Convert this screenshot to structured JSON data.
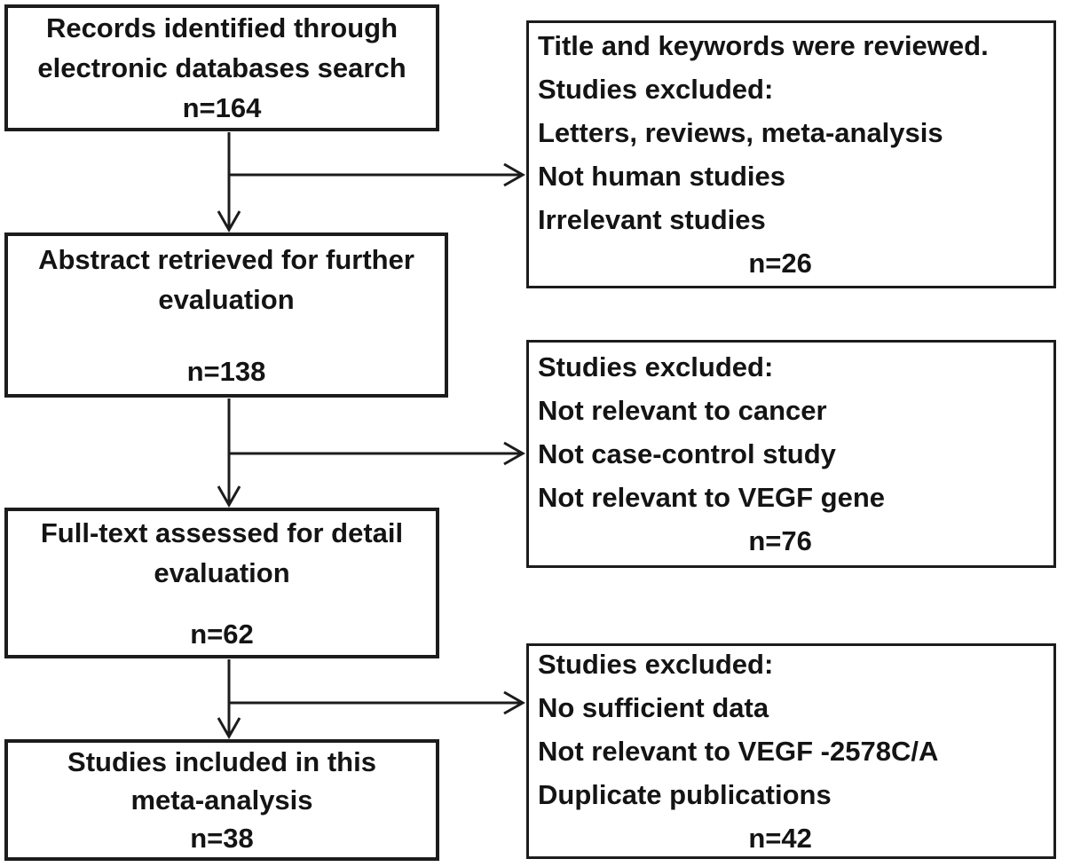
{
  "diagram": {
    "type": "flowchart",
    "colors": {
      "line": "#1c1c1c",
      "text": "#141414",
      "background": "#ffffff"
    },
    "left_boxes": [
      {
        "id": "records-identified",
        "lines": [
          "Records identified through",
          "electronic databases search"
        ],
        "count": "n=164"
      },
      {
        "id": "abstract-retrieved",
        "lines": [
          "Abstract retrieved for further",
          "evaluation"
        ],
        "count": "n=138"
      },
      {
        "id": "full-text-assessed",
        "lines": [
          "Full-text assessed for detail",
          "evaluation"
        ],
        "count": "n=62"
      },
      {
        "id": "studies-included",
        "lines": [
          "Studies included in this",
          "meta-analysis"
        ],
        "count": "n=38"
      }
    ],
    "right_boxes": [
      {
        "id": "excluded-after-title-review",
        "lines": [
          "Title and keywords were reviewed.",
          "Studies excluded:",
          "Letters, reviews, meta-analysis",
          "Not human studies",
          "Irrelevant studies"
        ],
        "count": "n=26"
      },
      {
        "id": "excluded-after-abstract-review",
        "lines": [
          "Studies excluded:",
          "Not relevant to cancer",
          "Not case-control study",
          "Not relevant to VEGF gene"
        ],
        "count": "n=76"
      },
      {
        "id": "excluded-after-fulltext-review",
        "lines": [
          "Studies excluded:",
          "No sufficient data",
          "Not relevant to VEGF -2578C/A",
          "Duplicate publications"
        ],
        "count": "n=42"
      }
    ]
  }
}
